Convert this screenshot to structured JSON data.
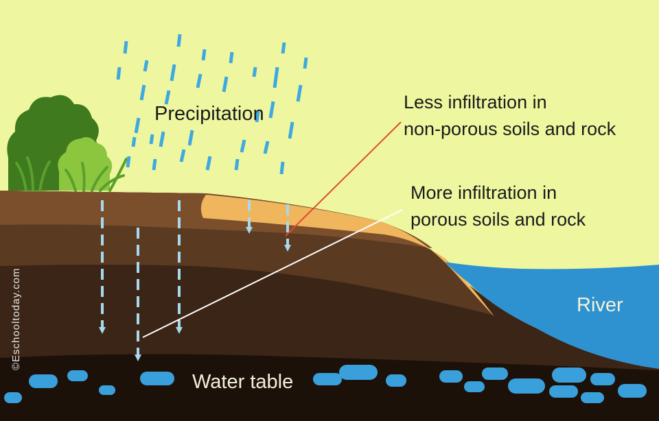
{
  "labels": {
    "precipitation": "Precipitation",
    "less_infiltration": [
      "Less infiltration in",
      "non-porous soils and rock"
    ],
    "more_infiltration": [
      "More infiltration in",
      "porous soils and rock"
    ],
    "river": "River",
    "water_table": "Water table"
  },
  "credit": "©Eschooltoday.com",
  "colors": {
    "background": "#eef7a0",
    "rain": "#3fa9df",
    "river": "#2f92d0",
    "topsoil": "#7b4f2b",
    "porous_layer": "#f0b65e",
    "deep_soil": "#3b2516",
    "water_table": "#1c1109",
    "groundwater_pockets": "#3aa0dc",
    "infiltration_arrows": "#a8d8ec",
    "pointer_less": "#e24a2f",
    "pointer_more": "#ffffff"
  }
}
